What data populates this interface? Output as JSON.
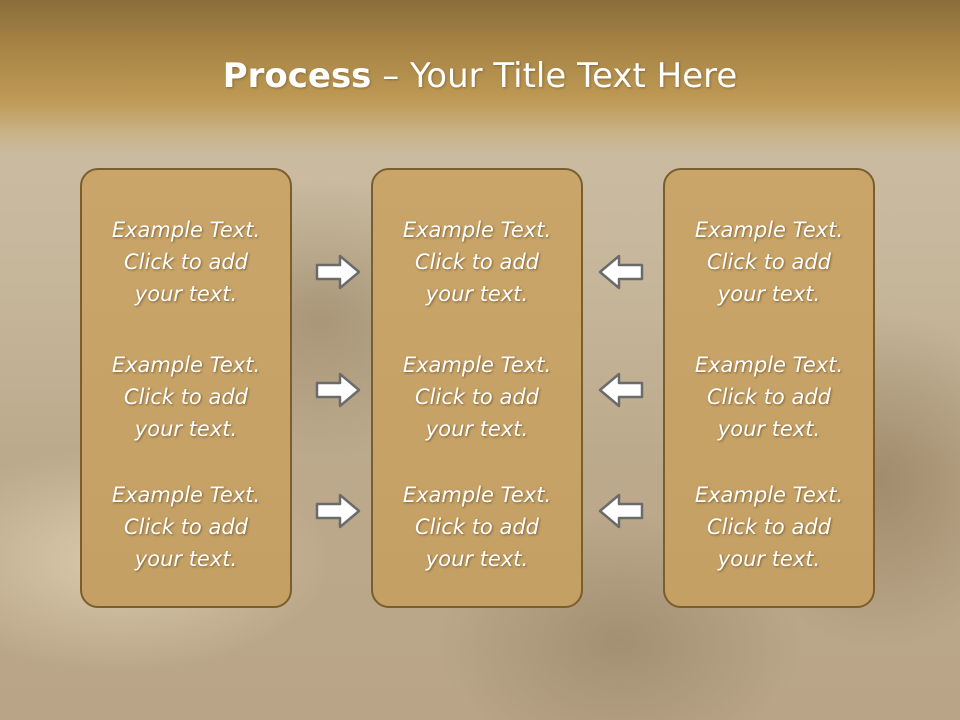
{
  "title": {
    "bold": "Process",
    "rest": " – Your Title Text Here"
  },
  "columns": [
    {
      "items": [
        [
          "Example Text.",
          "Click  to add",
          "your text."
        ],
        [
          "Example Text.",
          "Click  to add",
          "your text."
        ],
        [
          "Example Text.",
          "Click  to add",
          "your text."
        ]
      ]
    },
    {
      "items": [
        [
          "Example Text.",
          "Click  to add",
          "your text."
        ],
        [
          "Example Text.",
          "Click  to add",
          "your text."
        ],
        [
          "Example Text.",
          "Click  to add",
          "your text."
        ]
      ]
    },
    {
      "items": [
        [
          "Example Text.",
          "Click  to add",
          "your text."
        ],
        [
          "Example Text.",
          "Click  to add",
          "your text."
        ],
        [
          "Example Text.",
          "Click  to add",
          "your text."
        ]
      ]
    }
  ],
  "arrows": {
    "left_group": "arrow-right-icon",
    "right_group": "arrow-left-icon"
  },
  "colors": {
    "box_fill": "#c6a266",
    "box_border": "#7a5e2e",
    "arrow_fill": "#ffffff",
    "arrow_stroke": "#6b6b6b"
  }
}
